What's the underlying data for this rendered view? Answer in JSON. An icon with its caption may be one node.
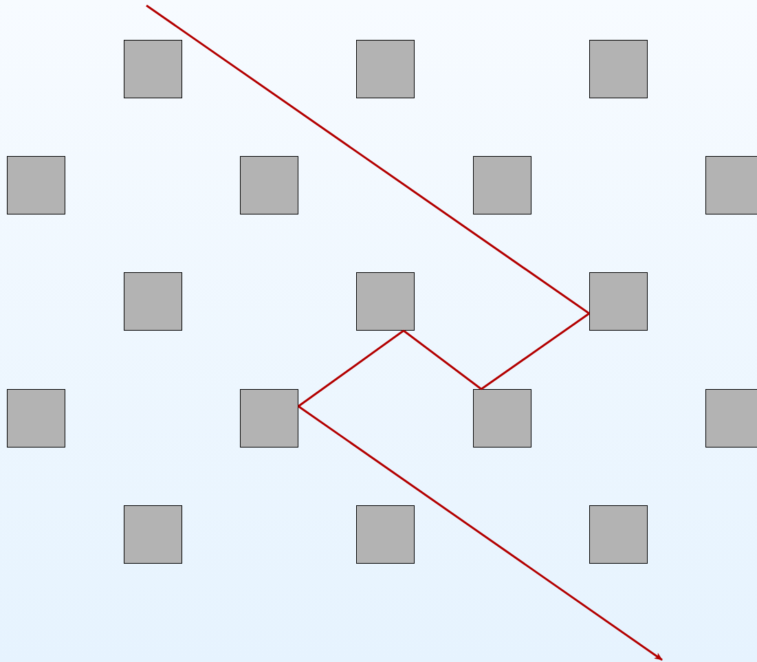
{
  "diagram": {
    "nodes": [
      {
        "text": [],
        "shape": "box"
      },
      {
        "text": [],
        "shape": "box"
      },
      {
        "text": [],
        "shape": "box"
      },
      {
        "text": [],
        "shape": "box"
      },
      {
        "text": [],
        "shape": "box"
      },
      {
        "text": [],
        "shape": "box"
      },
      {
        "text": [],
        "shape": "box"
      },
      {
        "text": [],
        "shape": "box"
      },
      {
        "text": [],
        "shape": "box"
      },
      {
        "text": [],
        "shape": "box"
      },
      {
        "text": [],
        "shape": "box"
      },
      {
        "text": [],
        "shape": "box"
      },
      {
        "text": [],
        "shape": "box"
      },
      {
        "text": [],
        "shape": "box"
      },
      {
        "text": [],
        "shape": "box"
      },
      {
        "text": [],
        "shape": "box"
      },
      {
        "text": [],
        "shape": "box"
      }
    ],
    "edges": [
      {
        "from": null,
        "to": 9,
        "arrow": "none"
      },
      {
        "from": 9,
        "to": 12,
        "arrow": "none"
      },
      {
        "from": 12,
        "to": 8,
        "arrow": "none"
      },
      {
        "from": 8,
        "to": 11,
        "arrow": "none"
      },
      {
        "from": 11,
        "to": null,
        "arrow": "to"
      }
    ]
  }
}
